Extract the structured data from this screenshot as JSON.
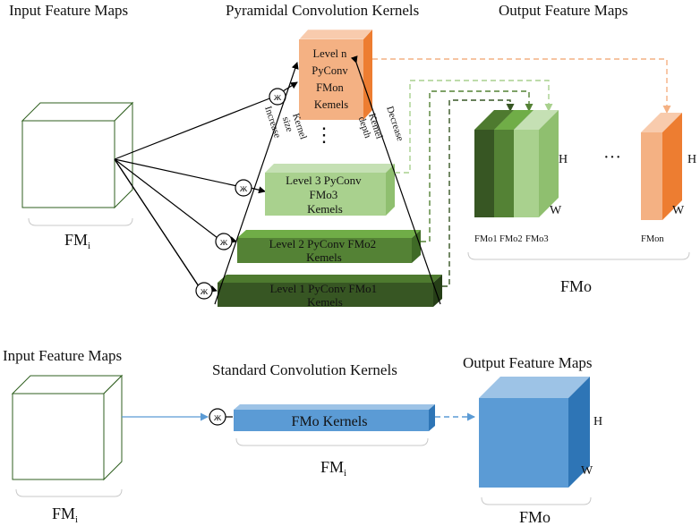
{
  "colors": {
    "dark_green": "#375623",
    "mid_green": "#548235",
    "light_green": "#a9d18e",
    "orange": "#f4b183",
    "orange_dark": "#ed7d31",
    "blue": "#5b9bd5",
    "blue_dark": "#2e75b6",
    "input_cube": "#2f5f1f"
  },
  "top": {
    "title_input": "Input Feature Maps",
    "title_kernels": "Pyramidal Convolution Kernels",
    "title_output": "Output Feature Maps",
    "input_label": "FM",
    "input_sub": "i",
    "levels": {
      "n": [
        "Level n",
        "PyConv",
        "FMon",
        "Kemels"
      ],
      "three": [
        "Level 3 PyConv",
        "FMo3",
        "Kemels"
      ],
      "two": [
        "Level 2 PyConv FMo2",
        "Kemels"
      ],
      "one": [
        "Level 1 PyConv FMo1",
        "Kemels"
      ]
    },
    "left_arrow_text": [
      "Increase",
      "Kernel",
      "size"
    ],
    "right_arrow_text": [
      "Decrease",
      "Kemel",
      "depth"
    ],
    "dots": "⋮",
    "hdots": "···",
    "conv_symbol": "ж",
    "output_labels": [
      "FMo1",
      "FMo2",
      "FMo3",
      "FMon"
    ],
    "output_group_label": "FMo",
    "dim_h": "H",
    "dim_w": "W"
  },
  "bottom": {
    "title_input": "Input Feature Maps",
    "title_kernels": "Standard Convolution Kernels",
    "title_output": "Output Feature Maps",
    "kernel_label": "FMo Kernels",
    "kernel_fm": "FM",
    "kernel_fm_sub": "i",
    "input_label": "FM",
    "input_sub": "i",
    "output_label": "FMo",
    "conv_symbol": "ж",
    "dim_h": "H",
    "dim_w": "W"
  }
}
